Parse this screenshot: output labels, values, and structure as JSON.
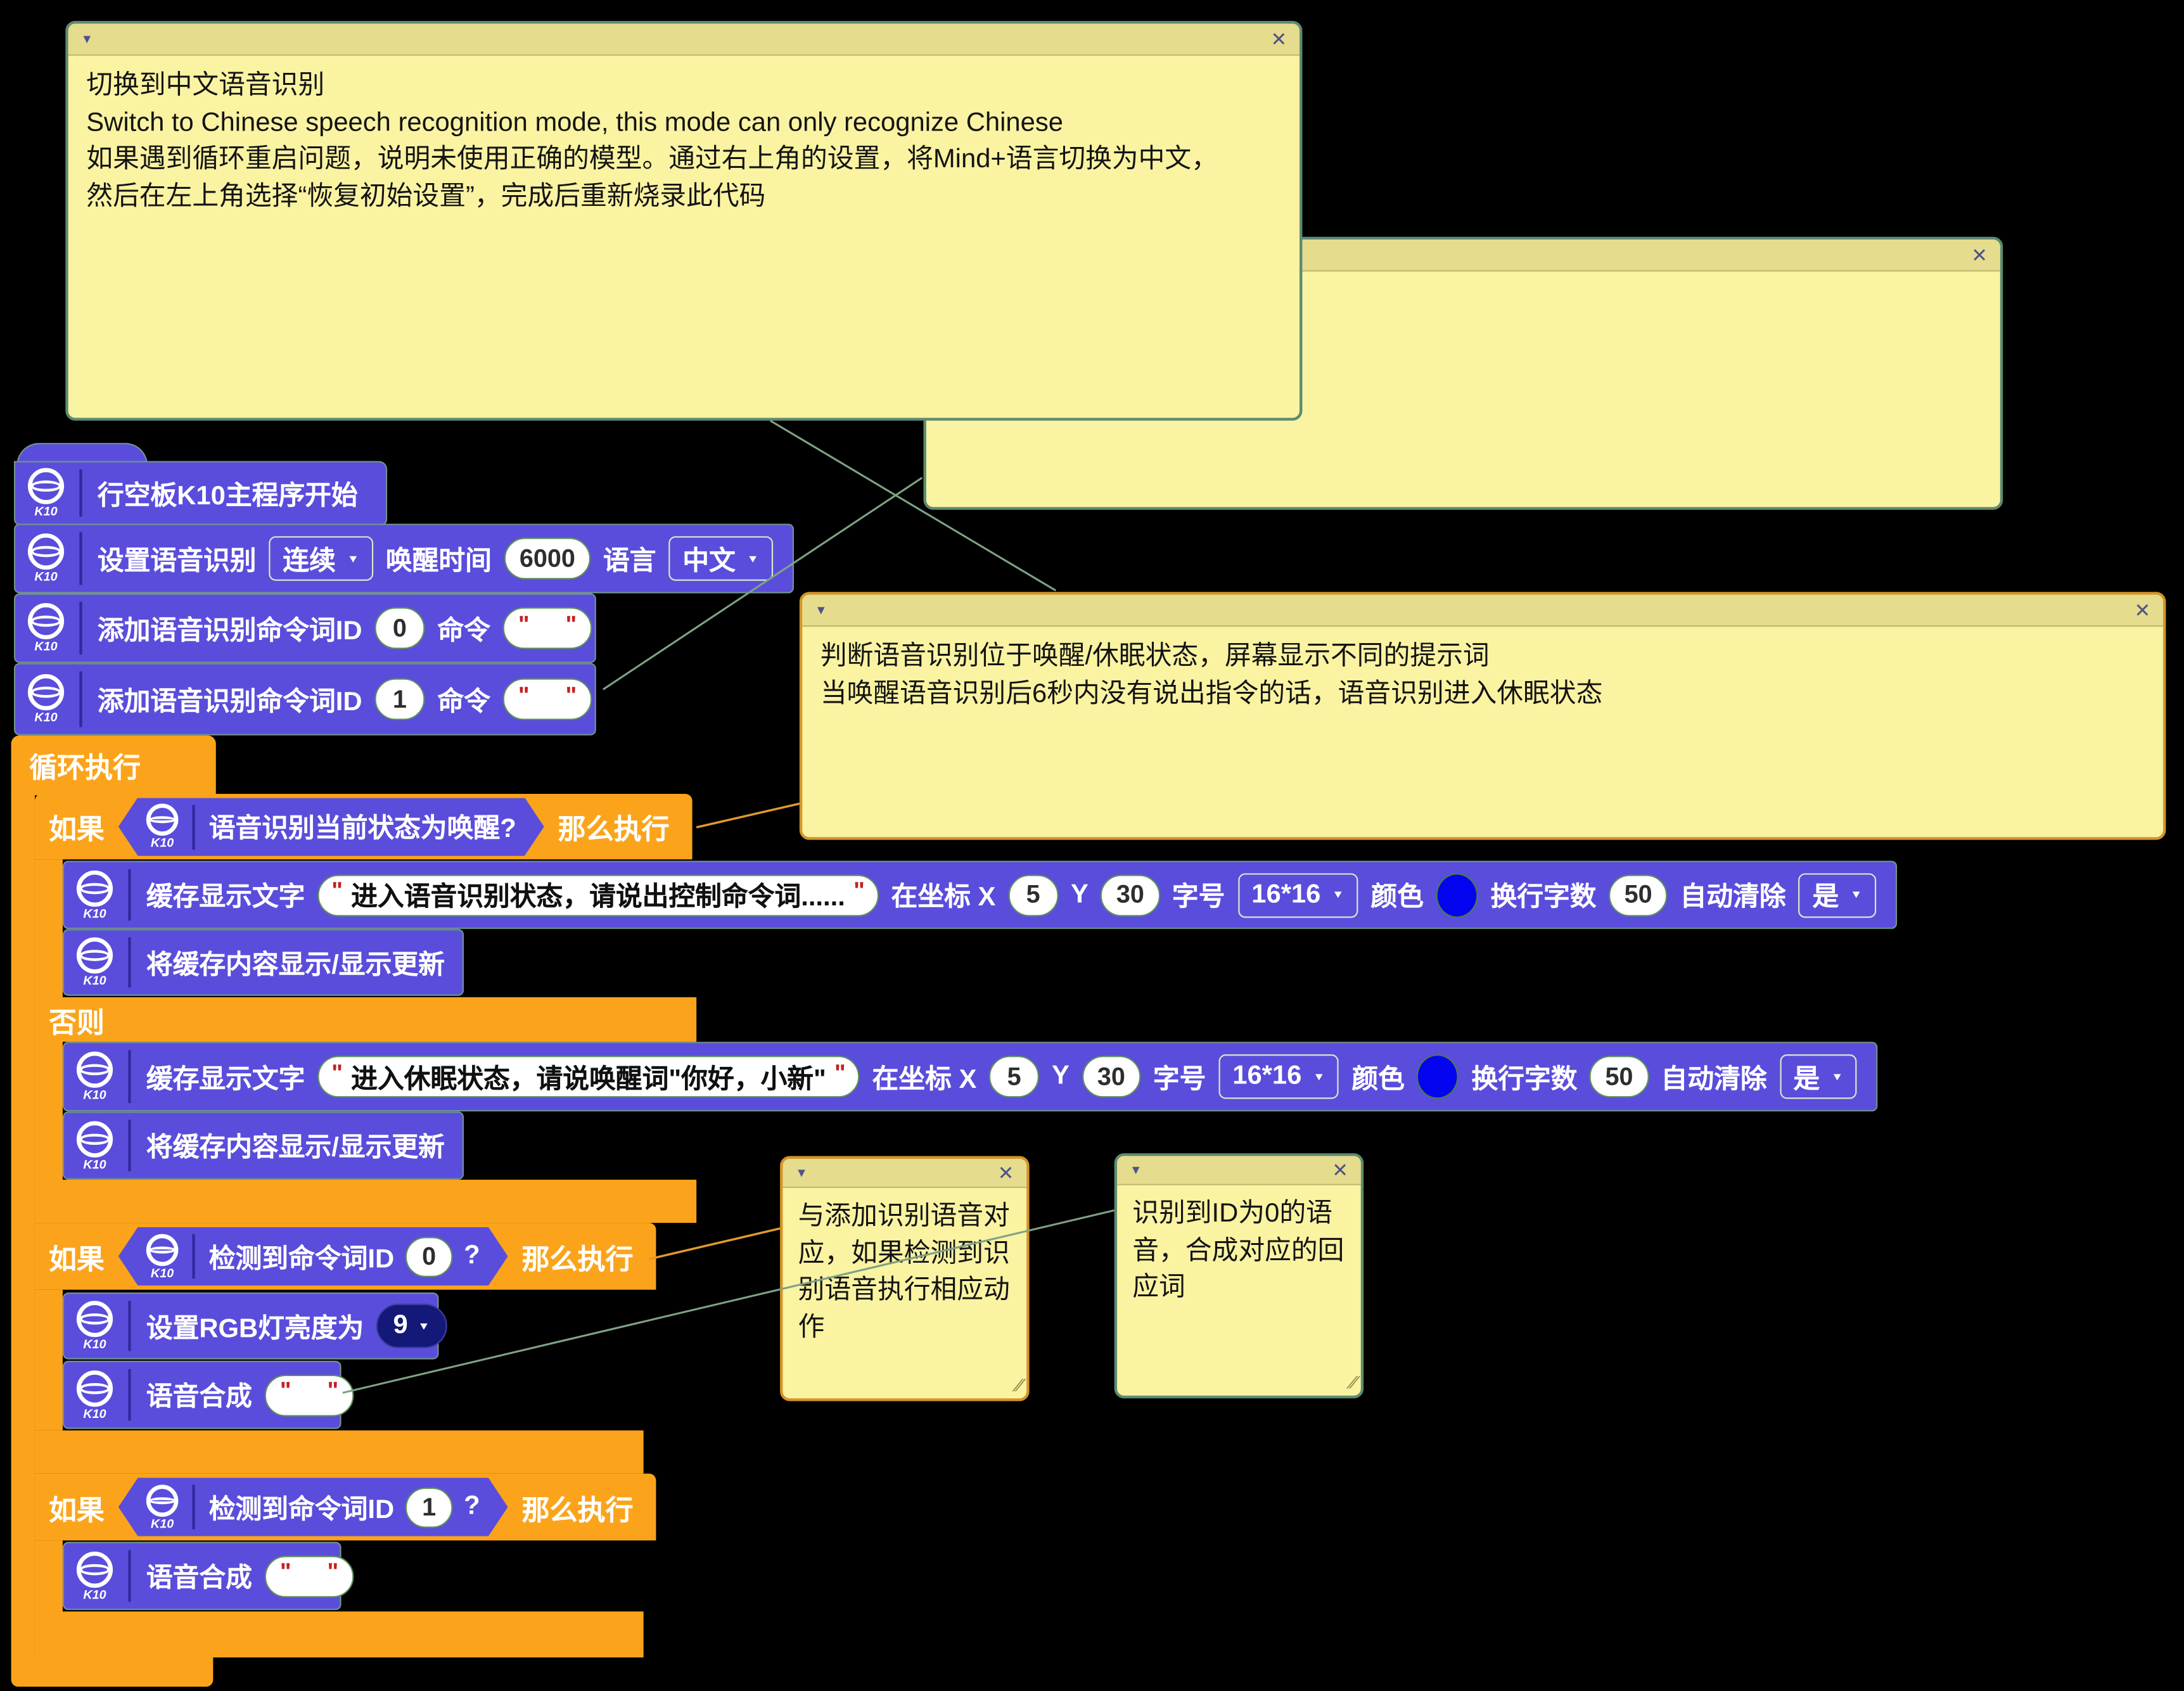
{
  "icons": {
    "collapse": "▼",
    "close": "✕",
    "arrow": "▼",
    "resize": "∕∕",
    "k10_label": "K10"
  },
  "colors": {
    "block_purple": "#5a4ddb",
    "control_orange": "#fba41b",
    "dropdown_navy": "#141879",
    "comment_body": "#faf3a2",
    "comment_header": "#e6dc8e",
    "comment_border_green": "#5d8b72",
    "comment_border_orange": "#d2952b",
    "text_color_swatch": "#0404f0",
    "connector_green": "#7fa285",
    "connector_orange": "#e09a2d"
  },
  "comments": {
    "language_note": {
      "text": "切换到中文语音识别\nSwitch to Chinese speech recognition mode, this mode can only recognize Chinese\n如果遇到循环重启问题，说明未使用正确的模型。通过右上角的设置，将Mind+语言切换为中文，\n然后在左上角选择“恢复初始设置”，完成后重新烧录此代码"
    },
    "empty_note": {
      "text": ""
    },
    "state_note": {
      "text": "判断语音识别位于唤醒/休眠状态，屏幕显示不同的提示词\n当唤醒语音识别后6秒内没有说出指令的话，语音识别进入休眠状态"
    },
    "match_note": {
      "text": "与添加识别语音对应，如果检测到识别语音执行相应动作"
    },
    "reply_note": {
      "text": "识别到ID为0的语音，合成对应的回应词"
    }
  },
  "blocks": {
    "hat": {
      "label": "行空板K10主程序开始"
    },
    "asr_setup": {
      "label": "设置语音识别",
      "mode": "连续",
      "wake_time_label": "唤醒时间",
      "wake_time": "6000",
      "lang_label": "语言",
      "language": "中文"
    },
    "add_cmd_0": {
      "label": "添加语音识别命令词ID",
      "id": "0",
      "cmd_label": "命令",
      "cmd_text": ""
    },
    "add_cmd_1": {
      "label": "添加语音识别命令词ID",
      "id": "1",
      "cmd_label": "命令",
      "cmd_text": ""
    },
    "loop": {
      "label": "循环执行"
    },
    "if_wake": {
      "if_label": "如果",
      "condition": "语音识别当前状态为唤醒?",
      "then_label": "那么执行"
    },
    "display": {
      "label": "缓存显示文字",
      "wake_text": "进入语音识别状态，请说出控制命令词......",
      "sleep_text": "进入休眠状态，请说唤醒词\"你好，小新\"",
      "coord_label": "在坐标 X",
      "x": "5",
      "y_label": "Y",
      "y": "30",
      "font_label": "字号",
      "font_size": "16*16",
      "color_label": "颜色",
      "wrap_label": "换行字数",
      "wrap_count": "50",
      "clear_label": "自动清除",
      "auto_clear": "是"
    },
    "update": {
      "label": "将缓存内容显示/显示更新"
    },
    "else_bar": {
      "label": "否则"
    },
    "if_cmd": {
      "if_label": "如果",
      "condition": "检测到命令词ID",
      "id0": "0",
      "id1": "1",
      "q": "?",
      "then_label": "那么执行"
    },
    "rgb": {
      "label": "设置RGB灯亮度为",
      "brightness": "9"
    },
    "tts": {
      "label": "语音合成",
      "text": ""
    }
  }
}
